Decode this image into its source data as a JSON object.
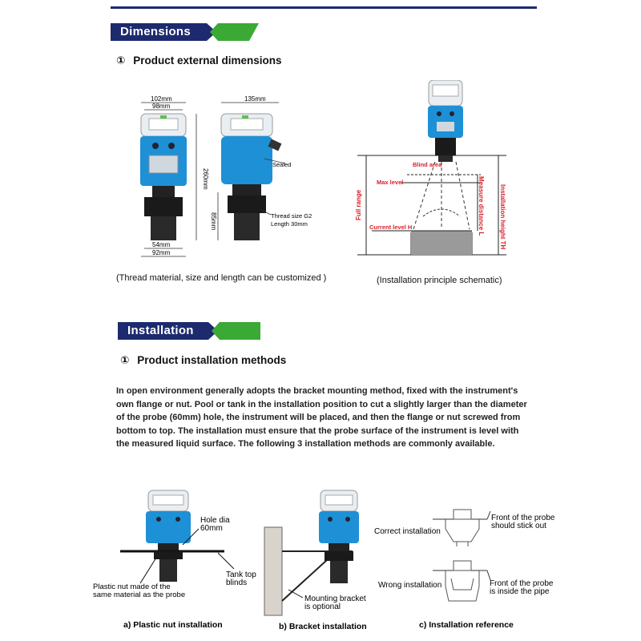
{
  "dimensions": {
    "banner": "Dimensions",
    "subheading_num": "①",
    "subheading": "Product external dimensions",
    "front": {
      "top_outer": "102mm",
      "top_inner": "98mm",
      "height": "260mm",
      "bottom_inner": "54mm",
      "bottom_outer": "92mm"
    },
    "side": {
      "width": "135mm",
      "sealed": "Sealed",
      "thread_size": "Thread size G2",
      "thread_length": "Length 30mm",
      "thread_height": "85mm"
    },
    "schematic": {
      "blind_area": "Blind area",
      "max_level": "Max level",
      "current_level": "Current level H",
      "full_range": "Full range",
      "measure_distance": "Measure distance L",
      "install_height": "Installation height TH"
    },
    "caption_left": "(Thread material, size and length can be customized )",
    "caption_right": "(Installation principle schematic)"
  },
  "installation": {
    "banner": "Installation",
    "subheading_num": "①",
    "subheading": "Product installation methods",
    "paragraph": "In open environment generally adopts the bracket mounting method, fixed with the instrument's own flange or nut. Pool or tank in the installation position to cut a slightly larger than the diameter of the probe (60mm) hole, the instrument will be placed, and then the flange or nut screwed from bottom to top. The installation must ensure that the probe surface of the instrument is level with the measured liquid surface. The following 3 installation methods are commonly available.",
    "fig_a": {
      "hole_line1": "Hole dia",
      "hole_line2": "60mm",
      "nut_line1": "Plastic nut made of the",
      "nut_line2": "same material as the probe",
      "blind_line1": "Tank top",
      "blind_line2": "blinds",
      "caption": "a) Plastic nut installation"
    },
    "fig_b": {
      "bracket_line1": "Mounting bracket",
      "bracket_line2": "is optional",
      "caption": "b) Bracket installation"
    },
    "fig_c": {
      "correct": "Correct installation",
      "correct_note1": "Front of the probe",
      "correct_note2": "should stick out",
      "wrong": "Wrong installation",
      "wrong_note1": "Front of the probe",
      "wrong_note2": "is inside the pipe",
      "caption": "c) Installation reference"
    }
  },
  "colors": {
    "banner_blue": "#1d2a6e",
    "banner_green": "#3aa935",
    "probe_blue": "#1e90d6",
    "dim_red": "#d8202a"
  }
}
